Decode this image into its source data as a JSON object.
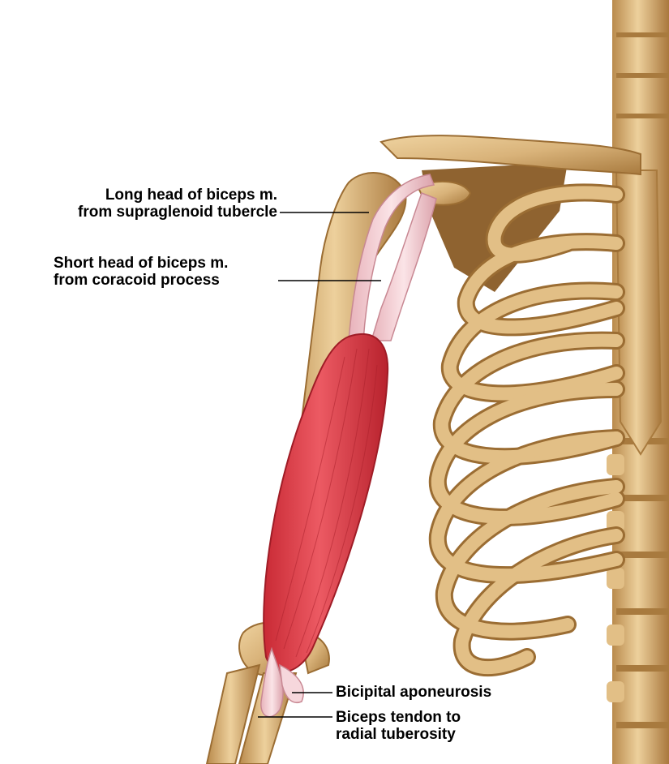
{
  "labels": {
    "long_head": {
      "line1": "Long head of biceps m.",
      "line2": "from supraglenoid tubercle"
    },
    "short_head": {
      "line1": "Short head of biceps m.",
      "line2": "from coracoid process"
    },
    "aponeurosis": {
      "line1": "Bicipital aponeurosis"
    },
    "tendon": {
      "line1": "Biceps tendon to",
      "line2": "radial tuberosity"
    }
  },
  "colors": {
    "bone": "#d9b37a",
    "bone_shadow": "#a87a3e",
    "muscle": "#e0454f",
    "muscle_dark": "#b8222d",
    "tendon": "#f2c9cf",
    "leader_line": "#000000"
  }
}
